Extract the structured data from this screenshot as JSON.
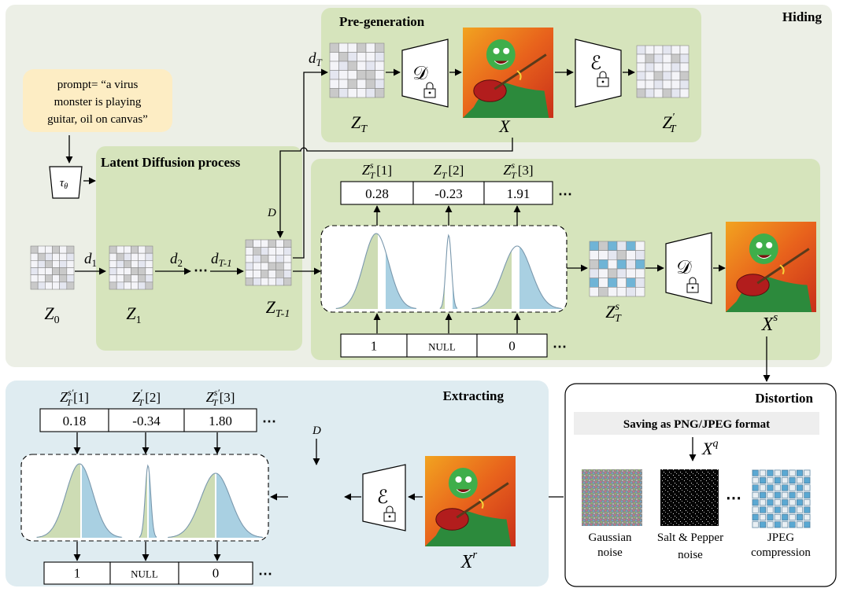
{
  "panels": {
    "hiding": "Hiding",
    "pre_generation": "Pre-generation",
    "latent_diffusion": "Latent Diffusion process",
    "extracting": "Extracting",
    "distortion": "Distortion"
  },
  "prompt": {
    "line1": "prompt= “a virus",
    "line2": "monster is playing",
    "line3": "guitar, oil on canvas”"
  },
  "labels": {
    "z0": "Z",
    "z0_sub": "0",
    "z1": "Z",
    "z1_sub": "1",
    "zt1": "Z",
    "zt1_sub": "T-1",
    "zt": "Z",
    "zt_sub": "T",
    "ztp": "Z",
    "ztp_sub": "T",
    "ztp_sup": "′",
    "x": "X",
    "zts": "Z",
    "zts_sub": "T",
    "zts_sup": "s",
    "xs": "X",
    "xs_sup": "s",
    "xq": "X",
    "xq_sup": "q",
    "xr": "X",
    "xr_sup": "r",
    "ztsp": "Z",
    "ztsp_sub": "T",
    "ztsp_sup": "s′",
    "d1": "d",
    "d1_sub": "1",
    "d2": "d",
    "d2_sub": "2",
    "dots_mid": "⋯",
    "dT1": "d",
    "dT1_sub": "T-1",
    "dT": "d",
    "dT_sub": "T",
    "D_top": "D",
    "D_bottom": "D",
    "tau": "τ",
    "tau_sub": "θ",
    "decoder": "𝒟",
    "encoder": "ℰ"
  },
  "hiding_values": {
    "headers": [
      {
        "main": "Z",
        "sub": "T",
        "sup": "s",
        "idx": "[1]"
      },
      {
        "main": "Z",
        "sub": "T",
        "sup": "",
        "idx": "[2]"
      },
      {
        "main": "Z",
        "sub": "T",
        "sup": "s",
        "idx": "[3]"
      }
    ],
    "values": [
      "0.28",
      "-0.23",
      "1.91"
    ],
    "bits": [
      "1",
      "NULL",
      "0"
    ],
    "ellipsis": "⋯"
  },
  "extract_values": {
    "headers": [
      {
        "main": "Z",
        "sub": "T",
        "sup": "s′",
        "idx": "[1]"
      },
      {
        "main": "Z",
        "sub": "T",
        "sup": "′",
        "idx": "[2]"
      },
      {
        "main": "Z",
        "sub": "T",
        "sup": "s′",
        "idx": "[3]"
      }
    ],
    "values": [
      "0.18",
      "-0.34",
      "1.80"
    ],
    "bits": [
      "1",
      "NULL",
      "0"
    ],
    "ellipsis": "⋯"
  },
  "distortion": {
    "saving": "Saving as PNG/JPEG format",
    "gaussian_line1": "Gaussian",
    "gaussian_line2": "noise",
    "salt_line1": "Salt & Pepper",
    "salt_line2": "noise",
    "jpeg_line1": "JPEG",
    "jpeg_line2": "compression",
    "ellipsis": "⋯"
  },
  "colors": {
    "panel_green": "#d6e4bc",
    "hiding_bg": "#ecefe6",
    "extract_bg": "#dfecf1",
    "prompt_bg": "#fdedc4",
    "curve_green": "#cddcb4",
    "curve_blue": "#a9d0e2",
    "cell_blue": "#6fb4d6",
    "cell_gray": "#c9c9c9"
  }
}
